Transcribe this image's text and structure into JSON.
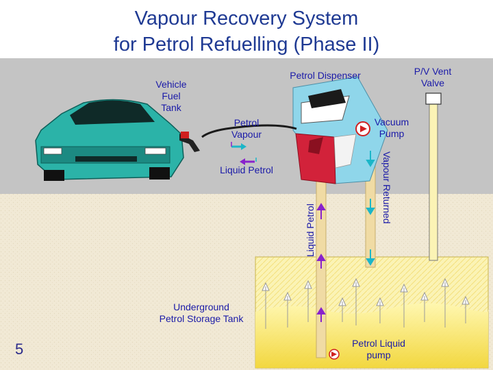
{
  "title_line1": "Vapour Recovery System",
  "title_line2": "for Petrol Refuelling (Phase II)",
  "labels": {
    "vehicle_tank_1": "Vehicle",
    "vehicle_tank_2": "Fuel",
    "vehicle_tank_3": "Tank",
    "dispenser": "Petrol Dispenser",
    "pv_valve_1": "P/V Vent",
    "pv_valve_2": "Valve",
    "petrol_vapour_1": "Petrol",
    "petrol_vapour_2": "Vapour",
    "vacuum_pump_1": "Vacuum",
    "vacuum_pump_2": "Pump",
    "liquid_petrol_horizontal": "Liquid Petrol",
    "liquid_petrol_vertical": "Liquid Petrol",
    "vapour_returned": "Vapour Returned",
    "underground_1": "Underground",
    "underground_2": "Petrol Storage Tank",
    "liquid_pump_1": "Petrol Liquid",
    "liquid_pump_2": "pump"
  },
  "page_number": "5",
  "colors": {
    "title": "#1f3a93",
    "sky": "#c4c4c4",
    "ground": "#f1e9d5",
    "tank_fill": "#f7e46a",
    "car": "#2bb3a8",
    "dispenser_blue": "#8fd6ea",
    "dispenser_red": "#d2223a",
    "liquid_arrow": "#8822cc",
    "vapour_arrow": "#1bb6c8"
  }
}
